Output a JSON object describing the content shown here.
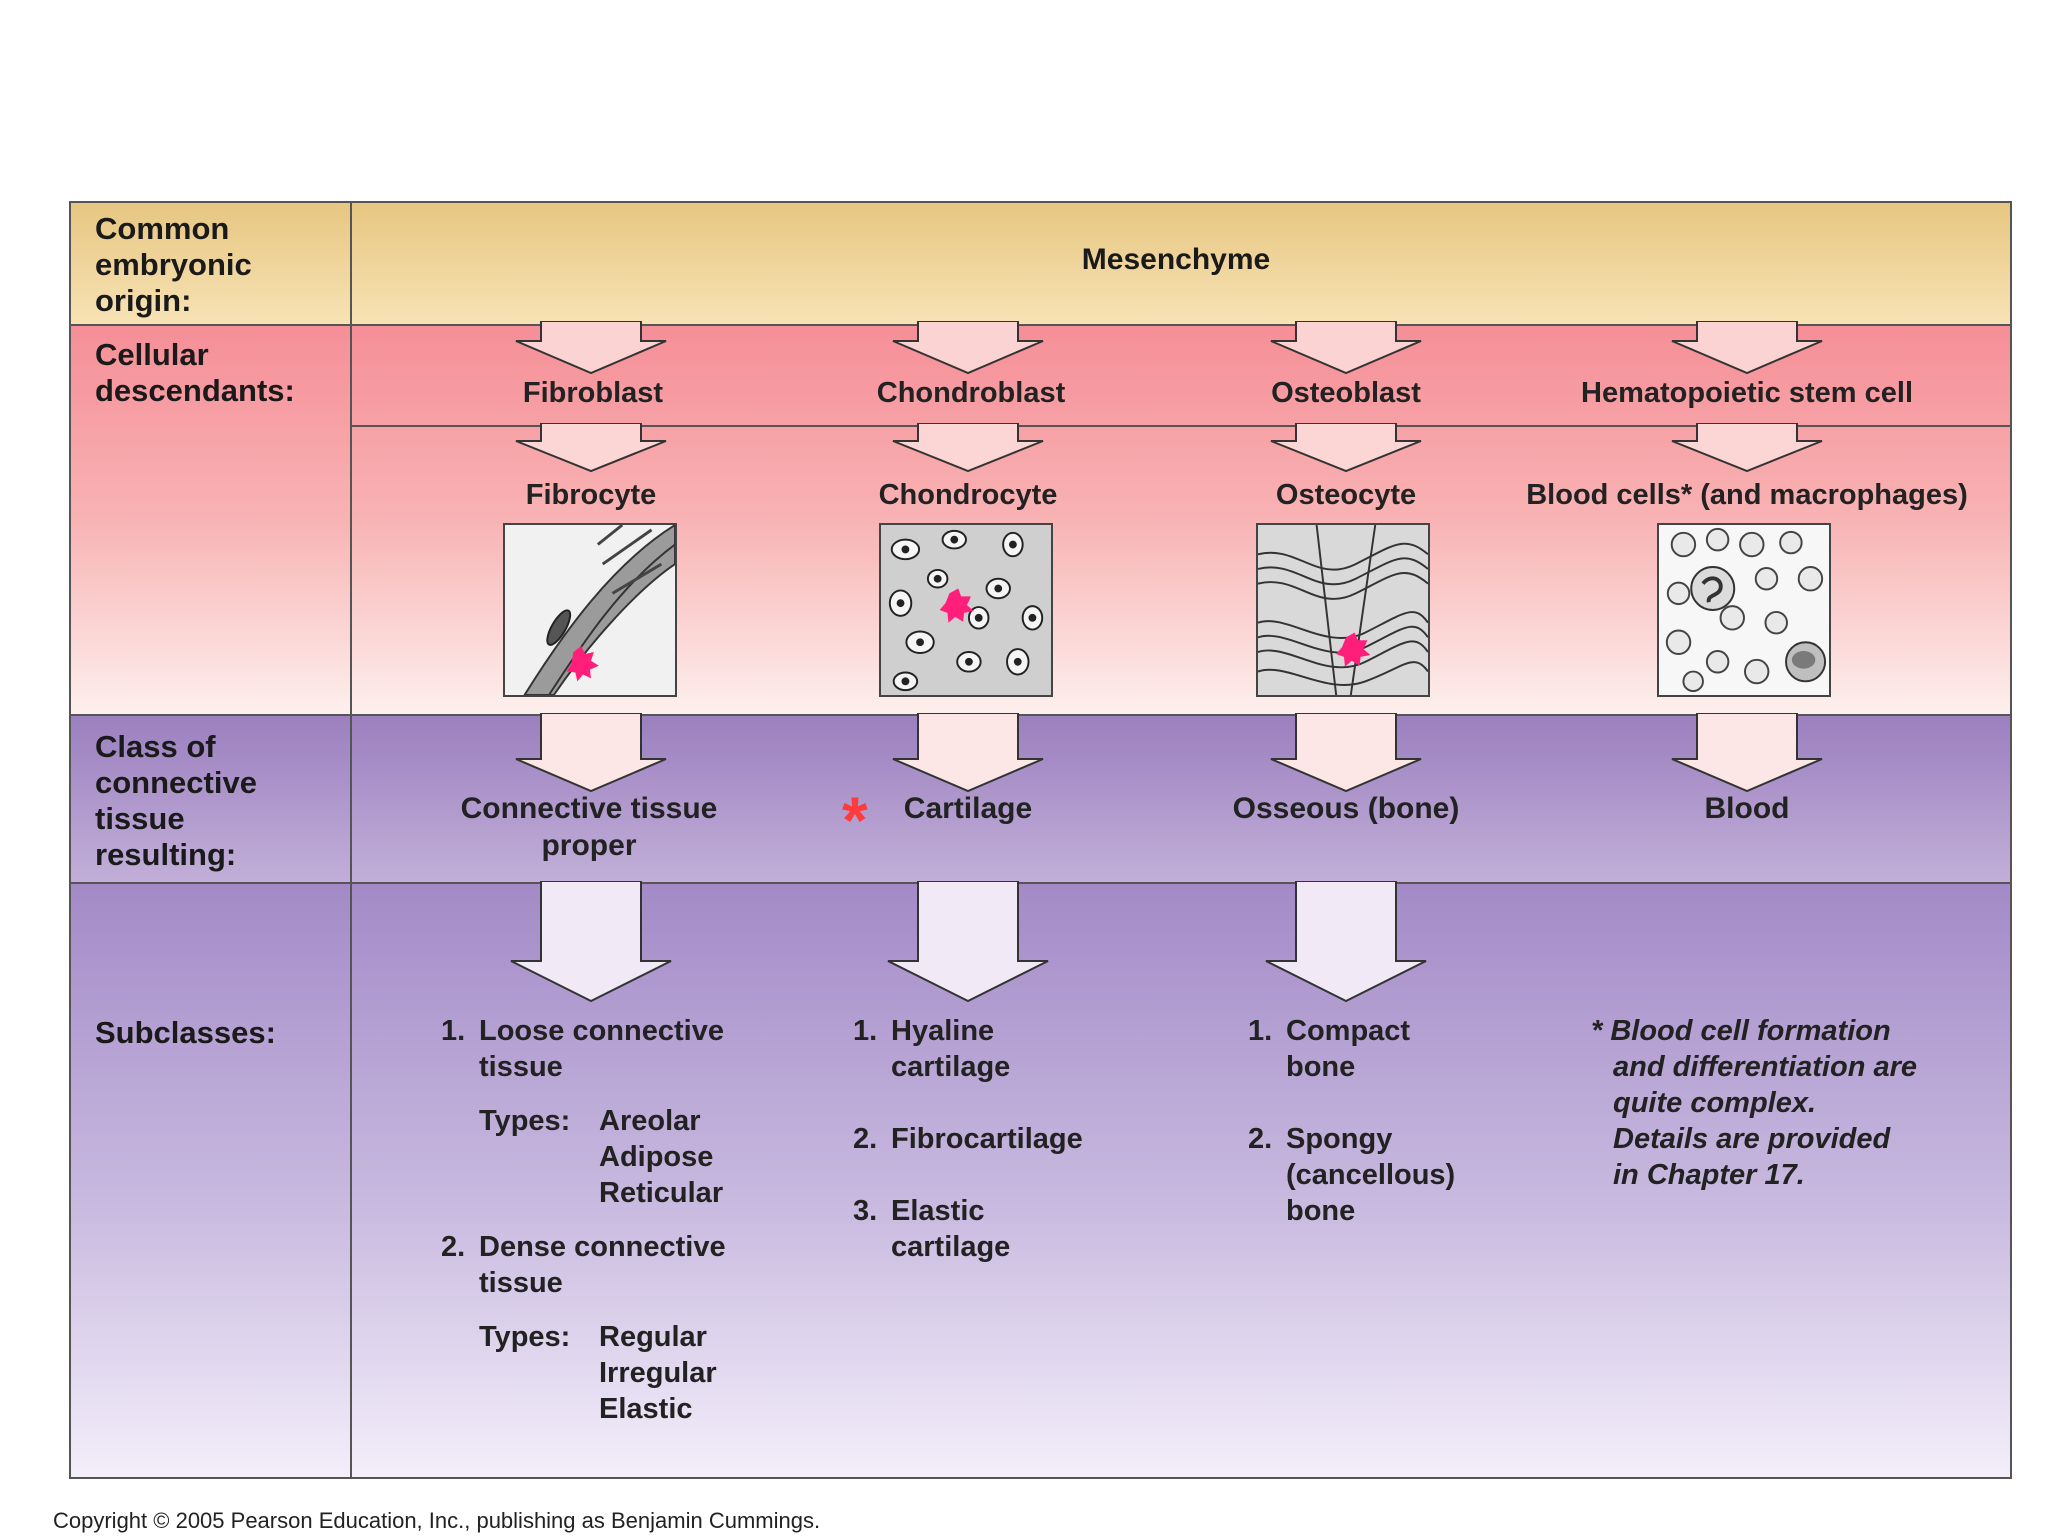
{
  "rows": {
    "origin": [
      "Common",
      "embryonic",
      "origin:"
    ],
    "cellular": [
      "Cellular",
      "descendants:"
    ],
    "class": [
      "Class of",
      "connective",
      "tissue",
      "resulting:"
    ],
    "subclasses": "Subclasses:"
  },
  "origin_title": "Mesenchyme",
  "columns": [
    {
      "blast": "Fibroblast",
      "cyte": "Fibrocyte",
      "class_name": "Connective tissue proper",
      "subclasses": [
        {
          "num": "1.",
          "lines": [
            "Loose connective",
            "tissue"
          ],
          "types_label": "Types:",
          "types": [
            "Areolar",
            "Adipose",
            "Reticular"
          ]
        },
        {
          "num": "2.",
          "lines": [
            "Dense connective",
            "tissue"
          ],
          "types_label": "Types:",
          "types": [
            "Regular",
            "Irregular",
            "Elastic"
          ]
        }
      ]
    },
    {
      "blast": "Chondroblast",
      "cyte": "Chondrocyte",
      "class_name": "Cartilage",
      "marker": "*",
      "subclasses": [
        {
          "num": "1.",
          "lines": [
            "Hyaline",
            "cartilage"
          ]
        },
        {
          "num": "2.",
          "lines": [
            "Fibrocartilage"
          ]
        },
        {
          "num": "3.",
          "lines": [
            "Elastic",
            "cartilage"
          ]
        }
      ]
    },
    {
      "blast": "Osteoblast",
      "cyte": "Osteocyte",
      "class_name": "Osseous (bone)",
      "subclasses": [
        {
          "num": "1.",
          "lines": [
            "Compact",
            "bone"
          ]
        },
        {
          "num": "2.",
          "lines": [
            "Spongy",
            "(cancellous)",
            "bone"
          ]
        }
      ]
    },
    {
      "blast": "Hematopoietic stem cell",
      "cyte": "Blood cells* (and macrophages)",
      "class_name": "Blood",
      "note": [
        "* Blood cell formation",
        "and differentiation are",
        "quite complex.",
        "Details are provided",
        "in Chapter 17."
      ]
    }
  ],
  "colors": {
    "origin_band": "#e6c681",
    "cell_band": "#f58e97",
    "class_band": "#9b7fbf",
    "sub_band": "#a38ac7",
    "marker": "#ff3b3b",
    "cell_highlight": "#ff1f7a"
  },
  "icons": [
    "fibrocyte-micrograph",
    "chondrocyte-micrograph",
    "osteocyte-micrograph",
    "blood-cells-micrograph"
  ],
  "copyright": "Copyright © 2005 Pearson Education, Inc., publishing as Benjamin Cummings."
}
